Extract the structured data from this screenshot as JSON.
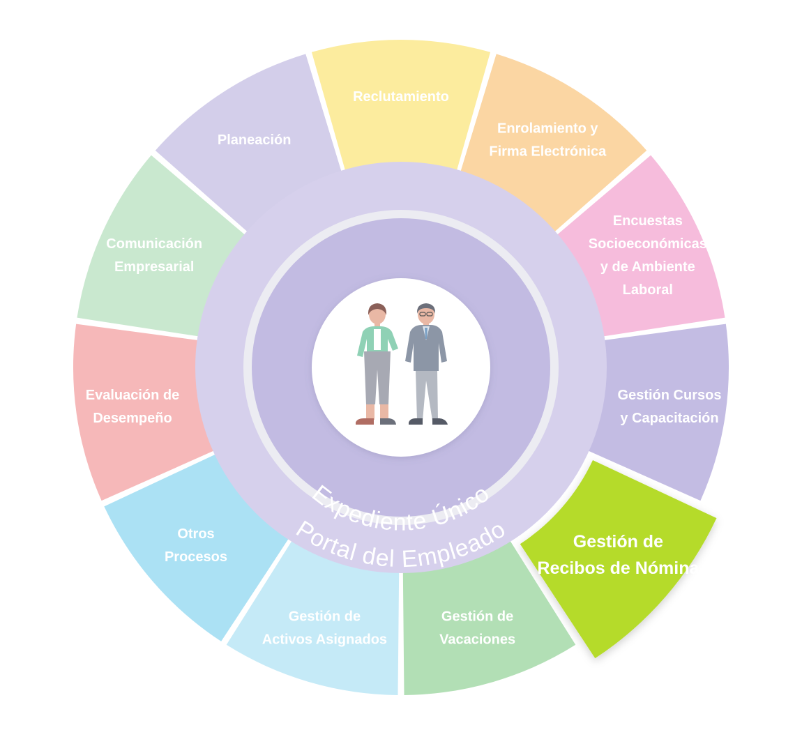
{
  "diagram": {
    "segments": [
      {
        "key": "reclutamiento",
        "lines": [
          "Reclutamiento"
        ],
        "color": "#fcec9e",
        "highlight": false
      },
      {
        "key": "enrolamiento",
        "lines": [
          "Enrolamiento y",
          "Firma Electrónica"
        ],
        "color": "#fbd6a3",
        "highlight": false
      },
      {
        "key": "encuestas",
        "lines": [
          "Encuestas",
          "Socioeconómicas",
          "y de Ambiente",
          "Laboral"
        ],
        "color": "#f6bcdc",
        "highlight": false
      },
      {
        "key": "cursos",
        "lines": [
          "Gestión Cursos",
          "y Capacitación"
        ],
        "color": "#c3bce3",
        "highlight": false
      },
      {
        "key": "nomina",
        "lines": [
          "Gestión de",
          "Recibos de Nómina"
        ],
        "color": "#b5db2b",
        "highlight": true
      },
      {
        "key": "vacaciones",
        "lines": [
          "Gestión de",
          "Vacaciones"
        ],
        "color": "#b2dfb5",
        "highlight": false
      },
      {
        "key": "activos",
        "lines": [
          "Gestión de",
          "Activos Asignados"
        ],
        "color": "#c5eaf7",
        "highlight": false
      },
      {
        "key": "otros",
        "lines": [
          "Otros",
          "Procesos"
        ],
        "color": "#abe1f4",
        "highlight": false
      },
      {
        "key": "evaluacion",
        "lines": [
          "Evaluación de",
          "Desempeño"
        ],
        "color": "#f6b8b9",
        "highlight": false
      },
      {
        "key": "comunicacion",
        "lines": [
          "Comunicación",
          "Empresarial"
        ],
        "color": "#c9e8cf",
        "highlight": false
      },
      {
        "key": "planeacion",
        "lines": [
          "Planeación"
        ],
        "color": "#d3ceea",
        "highlight": false
      }
    ],
    "outer_ring_label": "Portal del Empleado",
    "inner_ring_label": "Expediente Único",
    "colors": {
      "outer_ring": "#d6d0ec",
      "inner_ring": "#c2bbe2",
      "separator": "#ececf2",
      "center": "#ffffff"
    },
    "center_icon": "employees-illustration-icon"
  }
}
